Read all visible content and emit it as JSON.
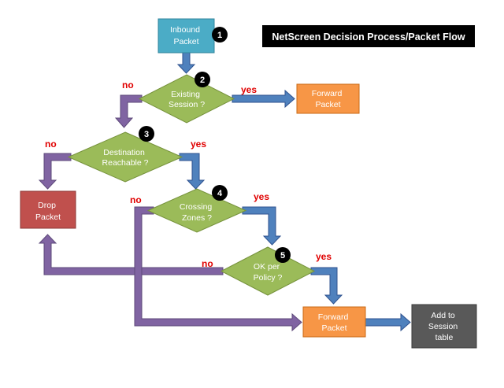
{
  "title": "NetScreen Decision Process/Packet Flow",
  "nodes": {
    "inbound_packet": [
      "Inbound",
      "Packet"
    ],
    "existing_session": [
      "Existing",
      "Session ?"
    ],
    "forward_packet_top": [
      "Forward",
      "Packet"
    ],
    "destination_reachable": [
      "Destination",
      "Reachable ?"
    ],
    "drop_packet": [
      "Drop",
      "Packet"
    ],
    "crossing_zones": [
      "Crossing",
      "Zones ?"
    ],
    "ok_per_policy": [
      "OK per",
      "Policy ?"
    ],
    "forward_packet_bottom": [
      "Forward",
      "Packet"
    ],
    "add_to_session": [
      "Add to",
      "Session",
      "table"
    ]
  },
  "steps": [
    "1",
    "2",
    "3",
    "4",
    "5"
  ],
  "edge_labels": {
    "existing_no": "no",
    "existing_yes": "yes",
    "destination_no": "no",
    "destination_yes": "yes",
    "crossing_no": "no",
    "crossing_yes": "yes",
    "policy_no": "no",
    "policy_yes": "yes"
  },
  "colors": {
    "inbound": "#4bacc6",
    "forward": "#f79646",
    "drop": "#c0504d",
    "session_table": "#595959",
    "decision": "#9bbb59",
    "arrow_blue": "#4f81bd",
    "arrow_purple": "#8064a2",
    "label_red": "#e00000"
  }
}
